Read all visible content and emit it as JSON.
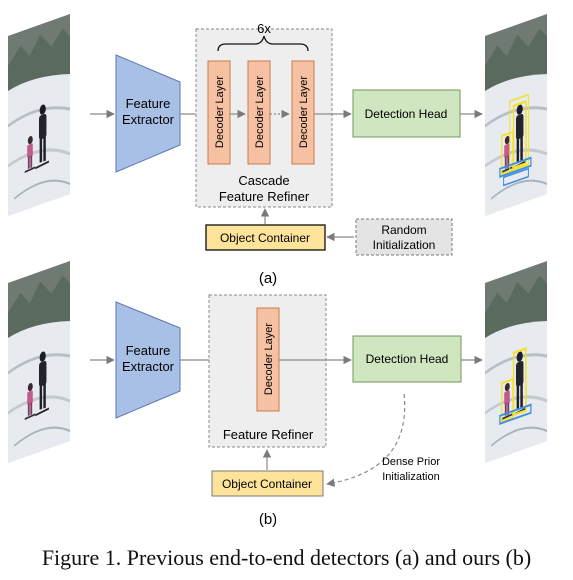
{
  "colors": {
    "extractor_fill": "#a9c0e6",
    "extractor_stroke": "#5a77b0",
    "decoder_fill": "#f6c1a2",
    "decoder_stroke": "#c77a4c",
    "head_fill": "#cfe6c0",
    "head_stroke": "#6f9a5a",
    "container_fill": "#fde49a",
    "container_stroke": "#1e1e1e",
    "refiner_fill": "#eeeeee",
    "dashed_stroke": "#7a7a7a",
    "highlight_yellow": "#f2e22a",
    "highlight_blue": "#3f8fe0"
  },
  "panel_a": {
    "feature_extractor": [
      "Feature",
      "Extractor"
    ],
    "repeat_label": "6x",
    "decoder_layers": [
      "Decoder Layer",
      "Decoder Layer",
      "Decoder Layer"
    ],
    "refiner_label": [
      "Cascade",
      "Feature Refiner"
    ],
    "detection_head": "Detection Head",
    "object_container": "Object Container",
    "initialization": [
      "Random",
      "Initialization"
    ],
    "label": "(a)"
  },
  "panel_b": {
    "feature_extractor": [
      "Feature",
      "Extractor"
    ],
    "decoder_layer": "Decoder Layer",
    "refiner_label": "Feature Refiner",
    "detection_head": "Detection Head",
    "object_container": "Object Container",
    "initialization": [
      "Dense Prior",
      "Initialization"
    ],
    "label": "(b)"
  },
  "caption": "Figure 1. Previous end-to-end detectors (a) and ours (b)"
}
